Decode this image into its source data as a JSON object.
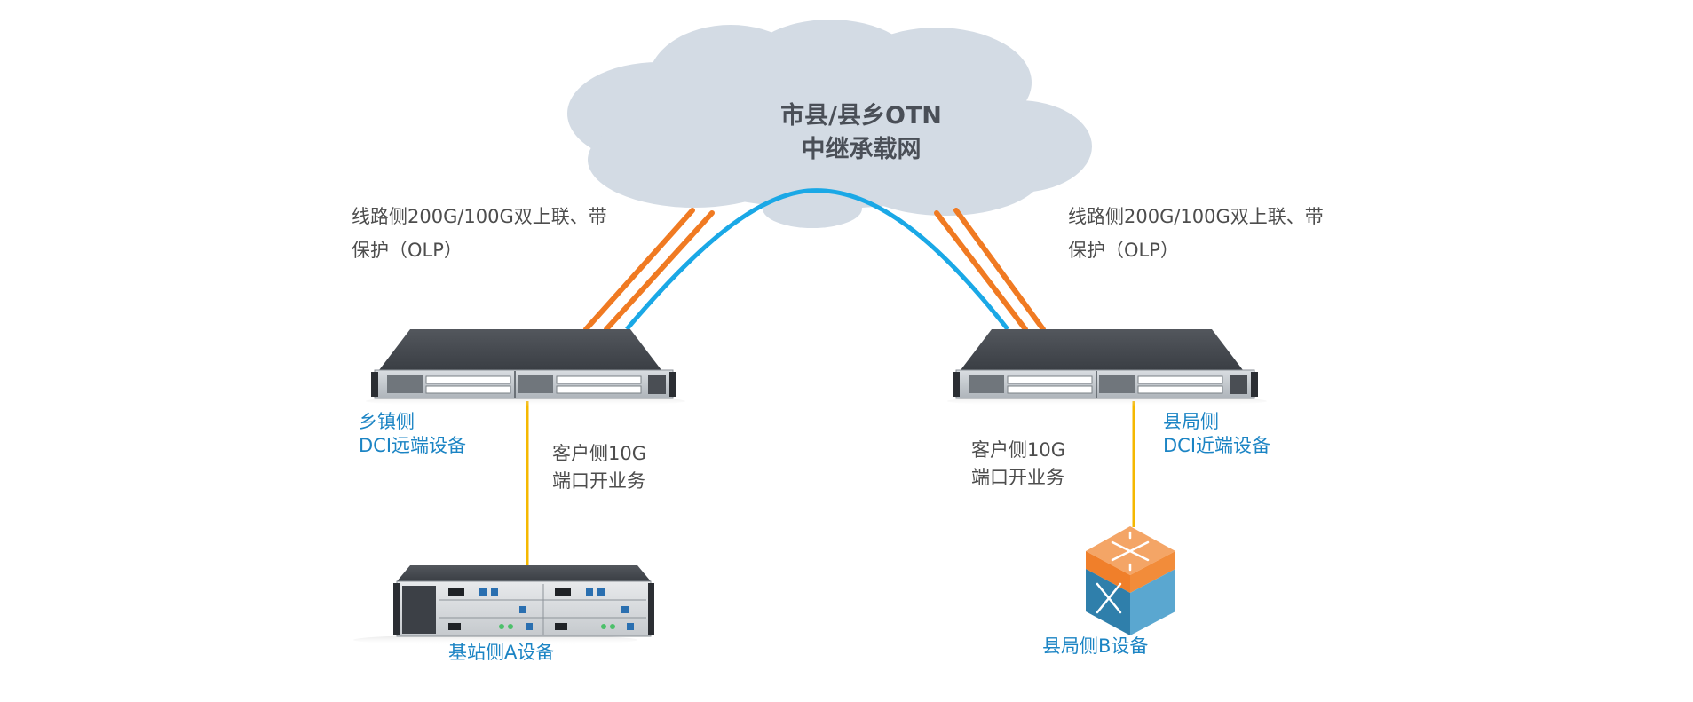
{
  "cloud": {
    "line1": "市县/县乡OTN",
    "line2": "中继承载网"
  },
  "left_line_note": {
    "line1": "线路侧200G/100G双上联、带",
    "line2": "保护（OLP）"
  },
  "right_line_note": {
    "line1": "线路侧200G/100G双上联、带",
    "line2": "保护（OLP）"
  },
  "left_device": {
    "line1": "乡镇侧",
    "line2": "DCI远端设备"
  },
  "right_device": {
    "line1": "县局侧",
    "line2": "DCI近端设备"
  },
  "left_client": {
    "line1": "客户侧10G",
    "line2": "端口开业务"
  },
  "right_client": {
    "line1": "客户侧10G",
    "line2": "端口开业务"
  },
  "base_station": "基站侧A设备",
  "county_b": "县局侧B设备",
  "colors": {
    "cloud": "#d3dbe4",
    "orange_fiber": "#f07a22",
    "blue_fiber": "#1aa8e6",
    "yellow_link": "#f5b800",
    "label_blue": "#1b84c4",
    "label_gray": "#4d4d4d"
  },
  "icons": [
    "cloud-icon",
    "dci-chassis-icon",
    "base-station-chassis-icon",
    "switch-cube-icon"
  ]
}
